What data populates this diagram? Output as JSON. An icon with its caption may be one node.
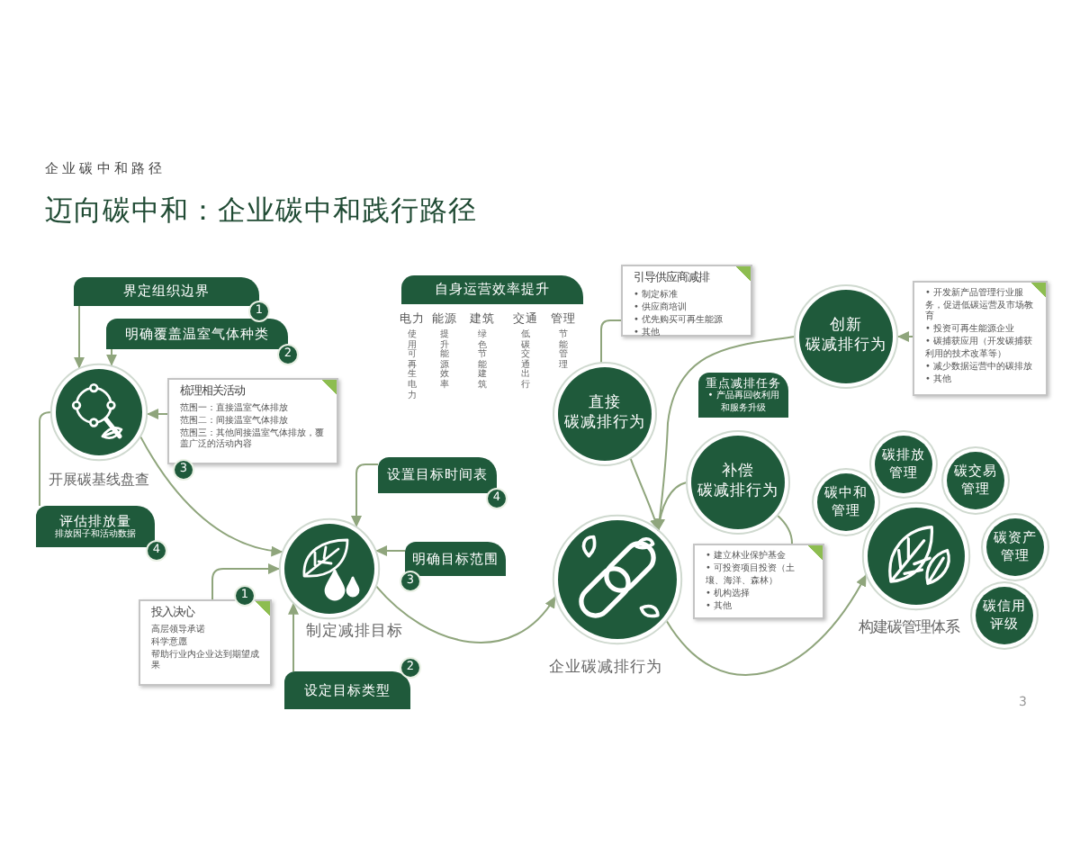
{
  "diagram": {
    "title": "迈向碳中和：企业碳中和践行路径",
    "nodes": [
      {
        "text": [
          "开展碳基线盘查"
        ]
      },
      {
        "text": [
          "界定组织边界"
        ],
        "beside": [
          "1"
        ]
      },
      {
        "text": [
          "明确覆盖温室气体种类"
        ],
        "beside": [
          "2"
        ]
      },
      {
        "text": [
          "梳理相关活动",
          "范围一：直接温室气体排放",
          "范围二：间接温室气体排放",
          "范围三：其他间接温室气体排放，覆盖广泛的活动内容"
        ],
        "beside": [
          "3"
        ]
      },
      {
        "text": [
          "评估排放量",
          "排放因子和活动数据"
        ],
        "beside": [
          "4"
        ]
      },
      {
        "text": [
          "制定减排目标"
        ]
      },
      {
        "text": [
          "设置目标时间表"
        ],
        "beside": [
          "4"
        ]
      },
      {
        "text": [
          "明确目标范围"
        ],
        "beside": [
          "3"
        ]
      },
      {
        "text": [
          "投入决心",
          "高层领导承诺",
          "科学意愿",
          "帮助行业内企业达到期望成果"
        ],
        "beside": [
          "1"
        ]
      },
      {
        "text": [
          "设定目标类型"
        ],
        "beside": [
          "2"
        ]
      },
      {
        "text": [
          "企业碳减排行为"
        ]
      },
      {
        "text": [
          "自身运营效率提升"
        ],
        "beside": [
          "电力",
          "能源",
          "建筑",
          "交通",
          "管理"
        ]
      },
      {
        "text": [
          "直接碳减排行为"
        ]
      },
      {
        "text": [
          "引导供应商减排",
          "• 制定标准",
          "• 供应商培训",
          "• 优先购买可再生能源",
          "• 其他"
        ]
      },
      {
        "text": [
          "重点减排任务",
          "• 产品再回收利用和服务升级"
        ]
      },
      {
        "text": [
          "创新碳减排行为"
        ]
      },
      {
        "text": [
          "• 开发新产品管理行业服务，促进低碳运营及市场教育",
          "• 投资可再生能源企业",
          "• 碳捕获应用（开发碳捕获利用的技术改革等）",
          "• 减少数据运营中的碳排放",
          "• 其他"
        ]
      },
      {
        "text": [
          "补偿碳减排行为"
        ]
      },
      {
        "text": [
          "• 建立林业保护基金",
          "• 可投资项目投资（土壤、海洋、森林）",
          "• 机构选择",
          "• 其他"
        ]
      },
      {
        "text": [
          "构建碳管理体系"
        ]
      },
      {
        "text": [
          "碳中和管理"
        ]
      },
      {
        "text": [
          "碳排放管理"
        ]
      },
      {
        "text": [
          "碳交易管理"
        ]
      },
      {
        "text": [
          "碳资产管理"
        ]
      },
      {
        "text": [
          "碳信用评级"
        ]
      }
    ],
    "edges": [
      {
        "from": 1,
        "to": 0,
        "arrow": "to"
      },
      {
        "from": 2,
        "to": 0,
        "arrow": "to"
      },
      {
        "from": 3,
        "to": 0,
        "arrow": "to"
      },
      {
        "from": 4,
        "to": 0,
        "arrow": "none"
      },
      {
        "from": 0,
        "to": 5,
        "arrow": "to"
      },
      {
        "from": 6,
        "to": 5,
        "arrow": "to"
      },
      {
        "from": 7,
        "to": 5,
        "arrow": "to"
      },
      {
        "from": 8,
        "to": 5,
        "arrow": "to"
      },
      {
        "from": 9,
        "to": 5,
        "arrow": "to"
      },
      {
        "from": 5,
        "to": 10,
        "arrow": "to"
      },
      {
        "from": 13,
        "to": 12,
        "arrow": "none"
      },
      {
        "from": 12,
        "to": 10,
        "arrow": "to"
      },
      {
        "from": 15,
        "to": 10,
        "arrow": "to"
      },
      {
        "from": 16,
        "to": 15,
        "arrow": "to"
      },
      {
        "from": 17,
        "to": 10,
        "arrow": "to"
      },
      {
        "from": 18,
        "to": 17,
        "arrow": "none"
      },
      {
        "from": 10,
        "to": 19,
        "arrow": "to"
      }
    ],
    "labels": [
      "企业碳中和路径",
      "使用可再生电力",
      "提升能源效率",
      "绿色节能建筑",
      "低碳交通出行",
      "节能管理",
      "3"
    ]
  }
}
